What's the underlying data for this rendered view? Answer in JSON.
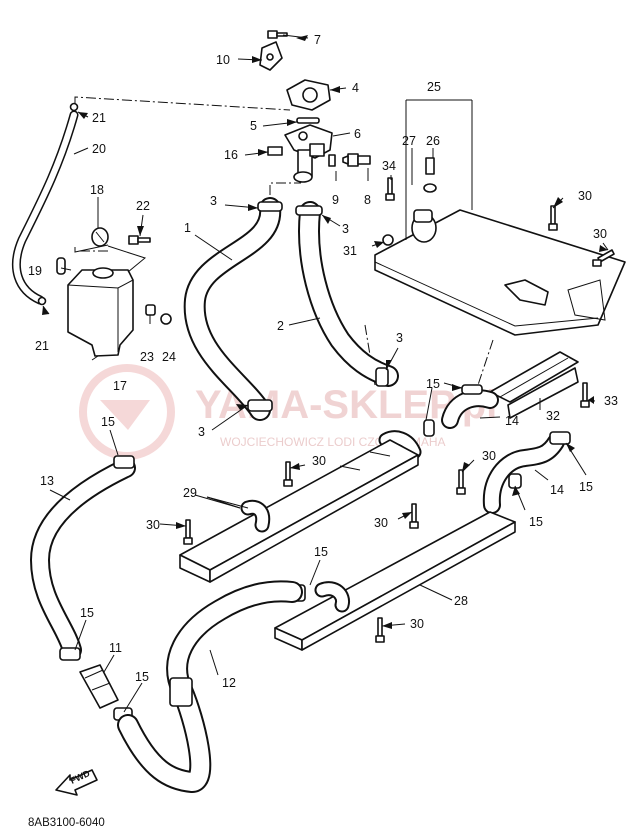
{
  "watermark": {
    "brand": "YAMA-SKLEP.pl",
    "subtitle": "WOJCIECHOWICZ LODI CZOR YAMAHA"
  },
  "diagram_code": "8AB3100-6040",
  "fwd_label": "FWD",
  "callouts": {
    "c1": "1",
    "c2": "2",
    "c3a": "3",
    "c3b": "3",
    "c3c": "3",
    "c3d": "3",
    "c4": "4",
    "c5": "5",
    "c6": "6",
    "c7": "7",
    "c8": "8",
    "c9": "9",
    "c10": "10",
    "c11": "11",
    "c12": "12",
    "c13": "13",
    "c14a": "14",
    "c14b": "14",
    "c15a": "15",
    "c15b": "15",
    "c15c": "15",
    "c15d": "15",
    "c15e": "15",
    "c15f": "15",
    "c15g": "15",
    "c16": "16",
    "c17": "17",
    "c18": "18",
    "c19": "19",
    "c20": "20",
    "c21a": "21",
    "c21b": "21",
    "c22": "22",
    "c23": "23",
    "c24": "24",
    "c25": "25",
    "c26": "26",
    "c27": "27",
    "c28": "28",
    "c29": "29",
    "c30a": "30",
    "c30b": "30",
    "c30c": "30",
    "c30d": "30",
    "c30e": "30",
    "c30f": "30",
    "c30g": "30",
    "c31": "31",
    "c32": "32",
    "c33": "33",
    "c34": "34"
  }
}
